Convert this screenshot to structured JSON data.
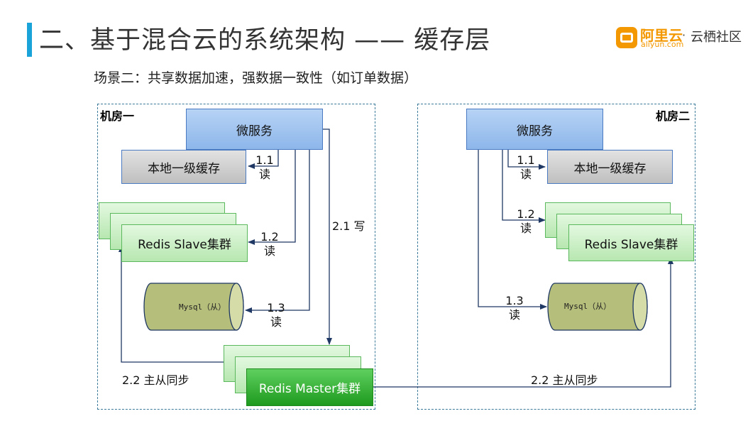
{
  "header": {
    "title": "二、基于混合云的系统架构 —— 缓存层",
    "subtitle": "场景二：共享数据加速，强数据一致性（如订单数据）"
  },
  "logo": {
    "cn": "阿里云",
    "en": "aliyun.com",
    "dot": "·",
    "community": "云栖社区"
  },
  "room1": {
    "label": "机房一",
    "microservice": "微服务",
    "local_cache": "本地一级缓存",
    "redis_slave": "Redis Slave集群",
    "mysql": "Mysql（从）",
    "redis_master": "Redis Master集群",
    "read_1_1": {
      "num": "1.1",
      "op": "读"
    },
    "read_1_2": {
      "num": "1.2",
      "op": "读"
    },
    "read_1_3": {
      "num": "1.3",
      "op": "读"
    },
    "write_2_1": "2.1 写",
    "sync_2_2": "2.2 主从同步"
  },
  "room2": {
    "label": "机房二",
    "microservice": "微服务",
    "local_cache": "本地一级缓存",
    "redis_slave": "Redis Slave集群",
    "mysql": "Mysql（从）",
    "read_1_1": {
      "num": "1.1",
      "op": "读"
    },
    "read_1_2": {
      "num": "1.2",
      "op": "读"
    },
    "read_1_3": {
      "num": "1.3",
      "op": "读"
    },
    "sync_2_2": "2.2 主从同步"
  }
}
